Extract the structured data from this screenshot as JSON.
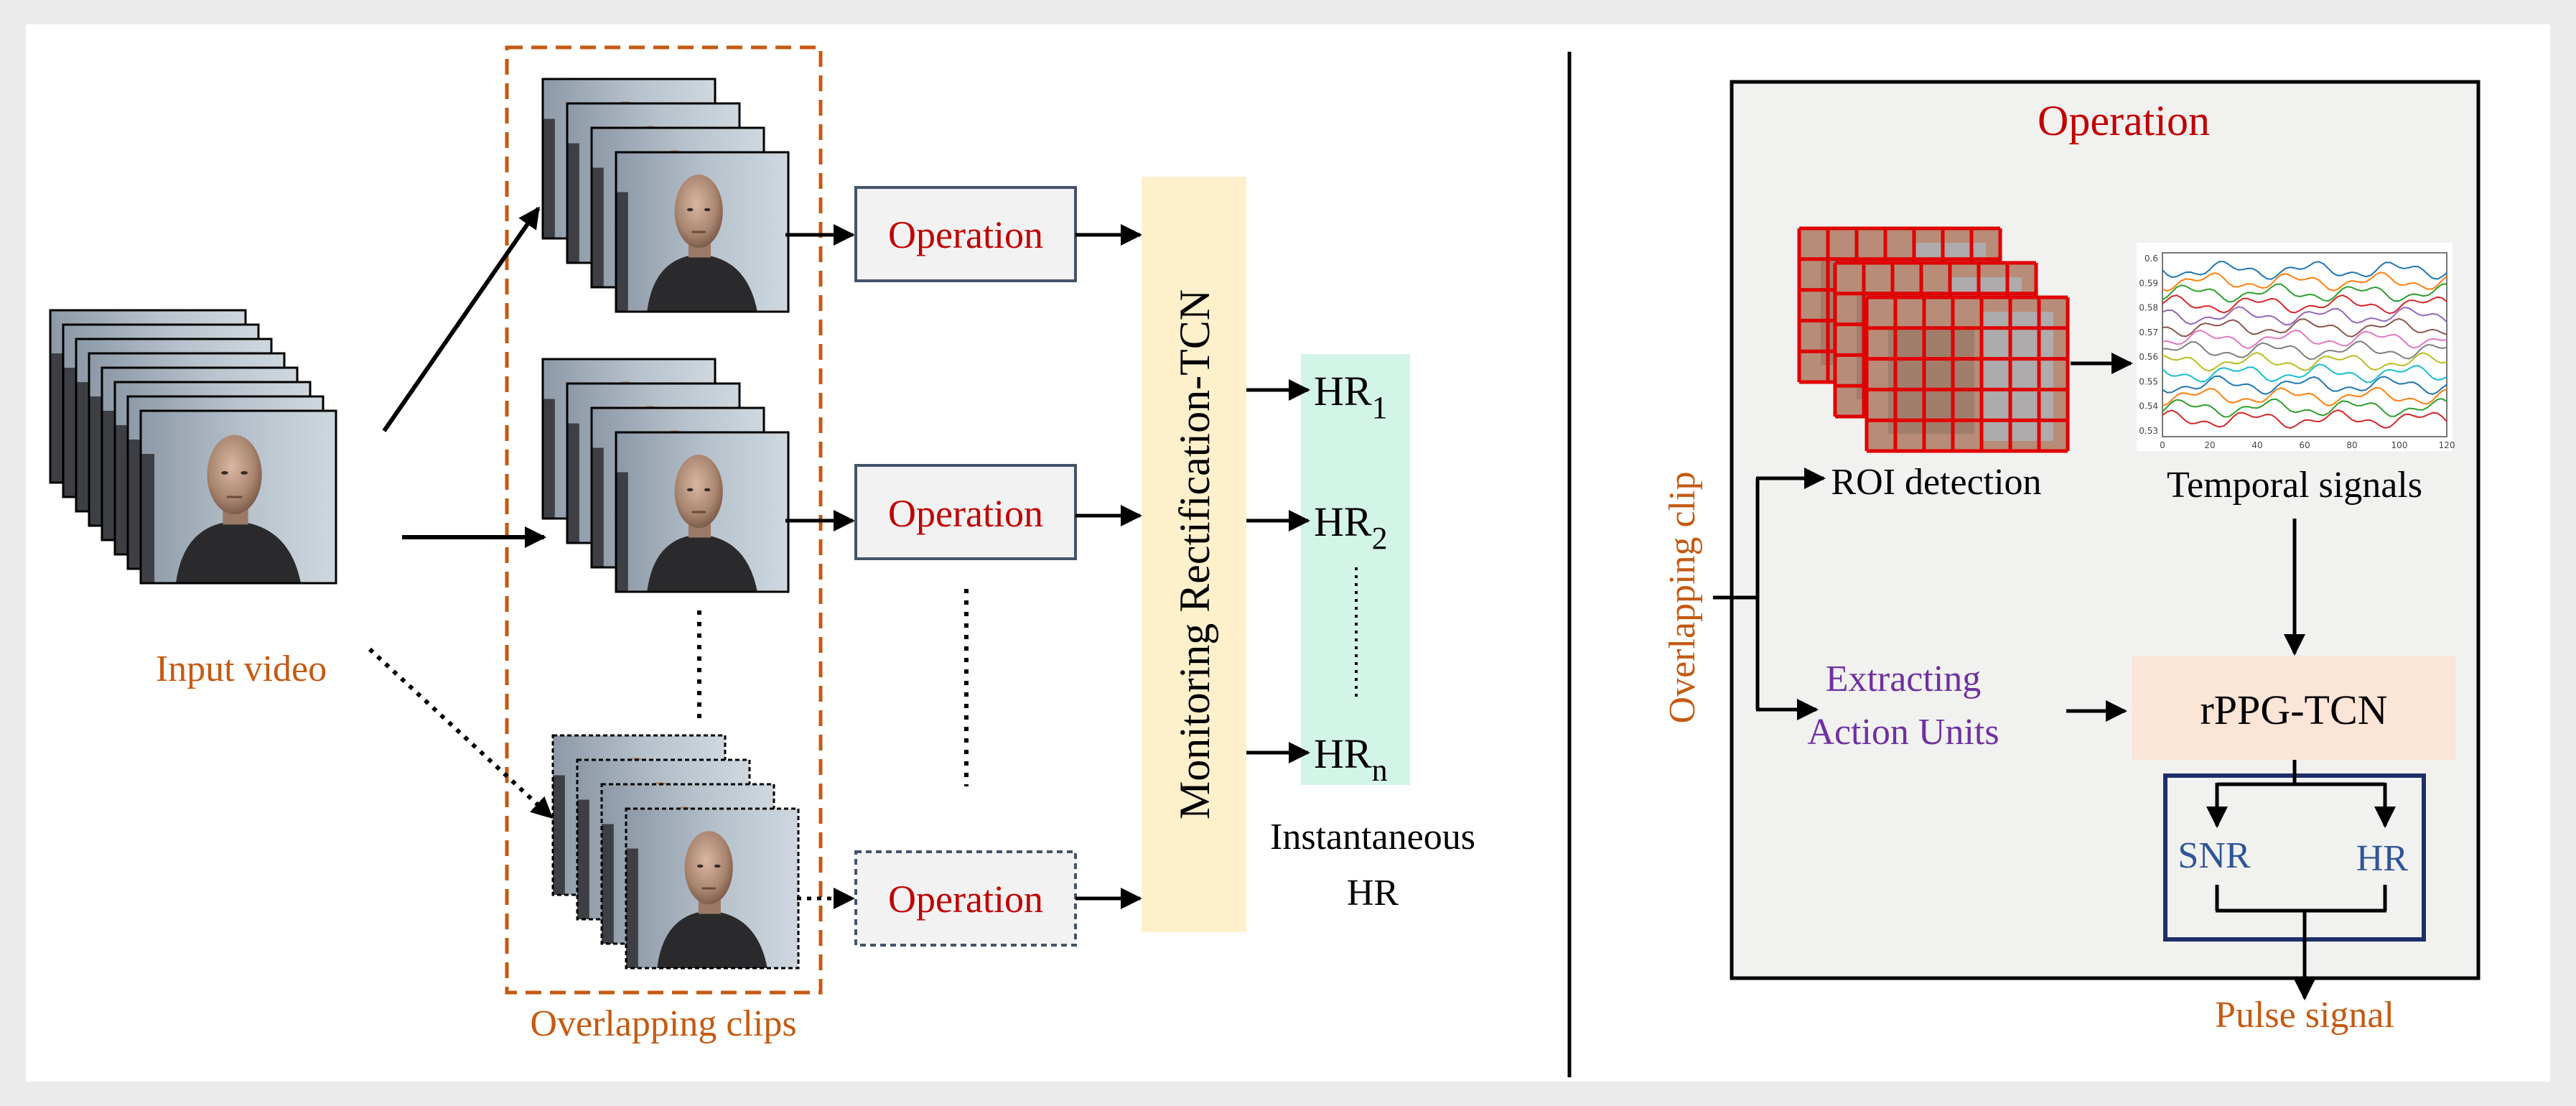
{
  "colors": {
    "background": "#ebebeb",
    "canvas": "#ffffff",
    "operation_red": "#c00000",
    "orange": "#c55a11",
    "purple": "#7030a0",
    "slate_blue": "#2f5597",
    "navy": "#1f2f6b",
    "rectification_fill": "#fff0cc",
    "hr_fill": "#d3f5e8",
    "rppg_fill": "#fbe5d6",
    "operation_fill": "#f2f2f2",
    "right_panel_fill": "#f1f1ef"
  },
  "left": {
    "input_video_label": "Input video",
    "overlapping_clips_label": "Overlapping clips",
    "operation_labels": [
      "Operation",
      "Operation",
      "Operation"
    ],
    "rectification_label": "Monitoring Rectification-TCN",
    "hr_outputs": [
      {
        "base": "HR",
        "sub": "1"
      },
      {
        "base": "HR",
        "sub": "2"
      },
      {
        "base": "HR",
        "sub": "n"
      }
    ],
    "instantaneous_label": [
      "Instantaneous",
      "HR"
    ]
  },
  "right": {
    "title": "Operation",
    "overlapping_clip_label": "Overlapping clip",
    "roi_label": "ROI detection",
    "temporal_label": "Temporal signals",
    "extracting_label": [
      "Extracting",
      "Action Units"
    ],
    "rppg_label": "rPPG-TCN",
    "snr_label": "SNR",
    "hr_label": "HR",
    "pulse_label": "Pulse signal"
  },
  "mini_plot": {
    "y_ticks": [
      "0.6",
      "0.59",
      "0.58",
      "0.57",
      "0.56",
      "0.55",
      "0.54",
      "0.53"
    ],
    "x_ticks": [
      "0",
      "20",
      "40",
      "60",
      "80",
      "100",
      "120"
    ]
  }
}
